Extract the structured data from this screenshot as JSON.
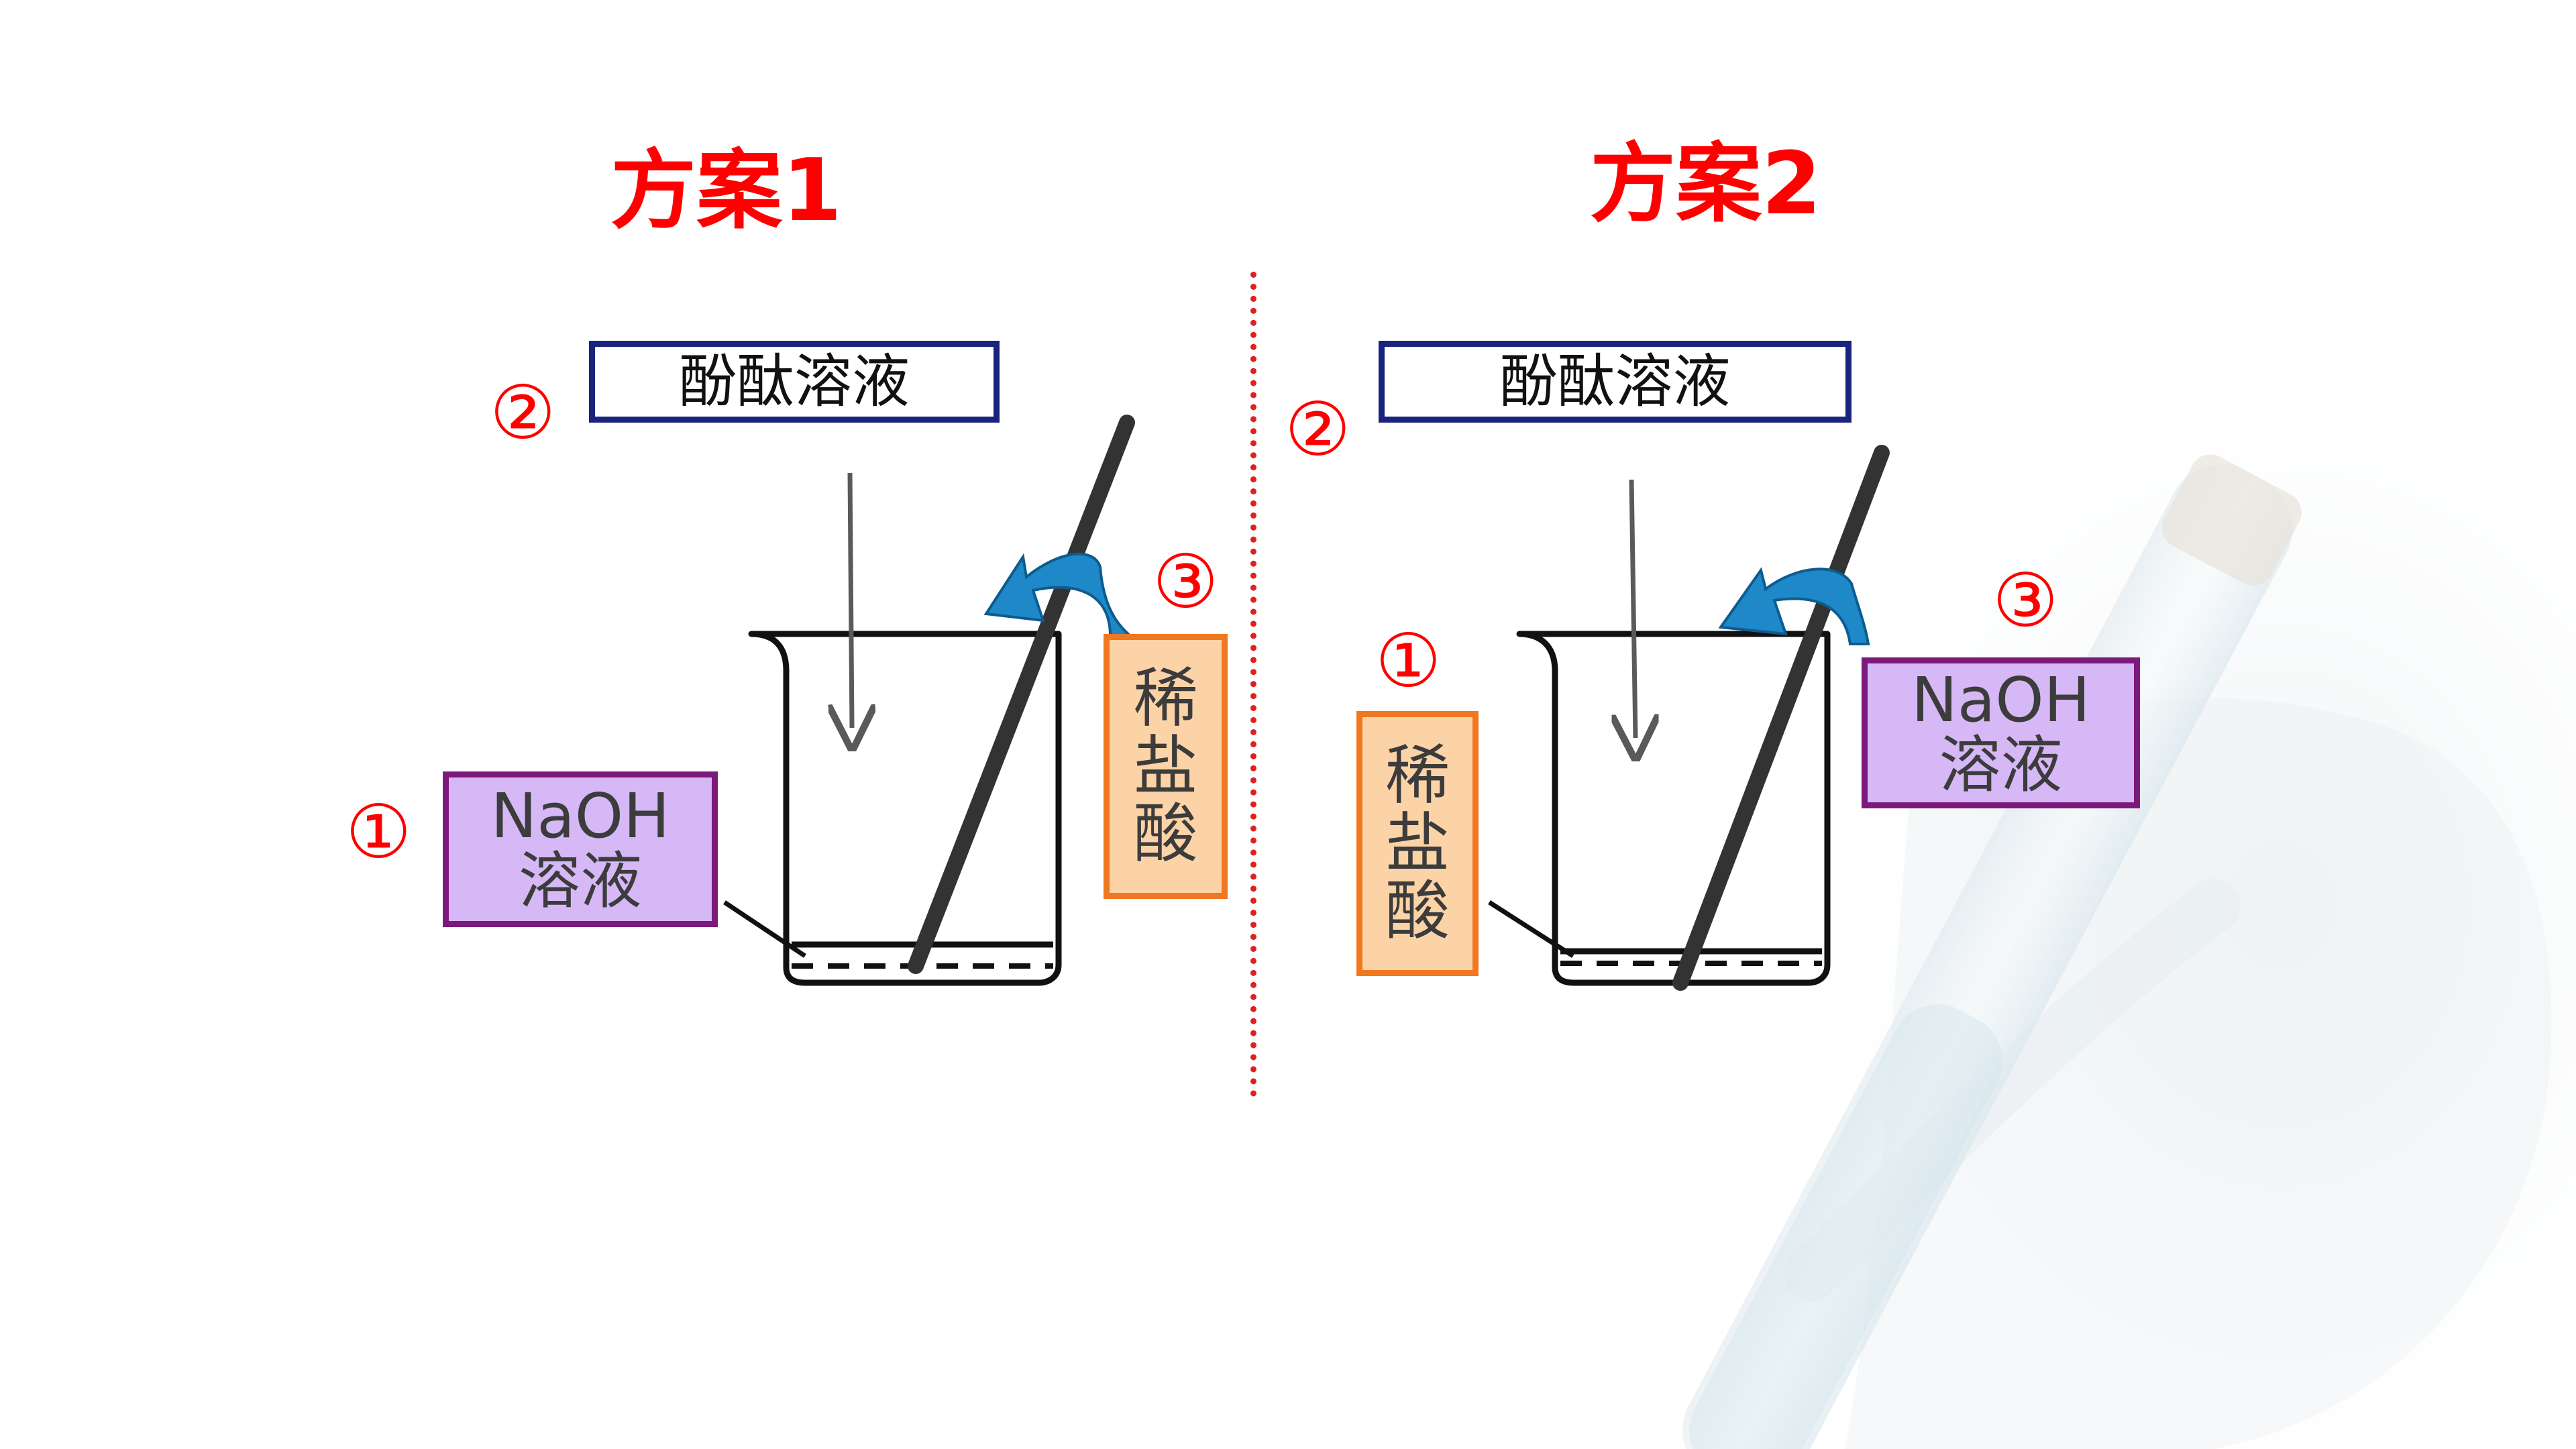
{
  "scheme1": {
    "title": "方案1",
    "reagent_box": "酚酞溶液",
    "left_solution": [
      "NaOH",
      "溶液"
    ],
    "right_solution": [
      "稀",
      "盐",
      "酸"
    ],
    "step_reagent": "②",
    "step_left": "①",
    "step_right": "③"
  },
  "scheme2": {
    "title": "方案2",
    "reagent_box": "酚酞溶液",
    "left_solution": [
      "稀",
      "盐",
      "酸"
    ],
    "right_solution": [
      "NaOH",
      "溶液"
    ],
    "step_reagent": "②",
    "step_left": "①",
    "step_right": "③"
  },
  "colors": {
    "title": "#ff0000",
    "divider": "#e02020",
    "reagent_border": "#1a237e",
    "naoh_fill": "#d6b8f7",
    "naoh_border": "#7b1a7b",
    "acid_fill": "#fcd3a6",
    "acid_border": "#f07820",
    "pour_arrow": "#1e88c8"
  },
  "icons": [
    "beaker-icon",
    "glass-rod-icon",
    "dropper-arrow-icon",
    "pour-arrow-icon",
    "test-tube-photo"
  ]
}
